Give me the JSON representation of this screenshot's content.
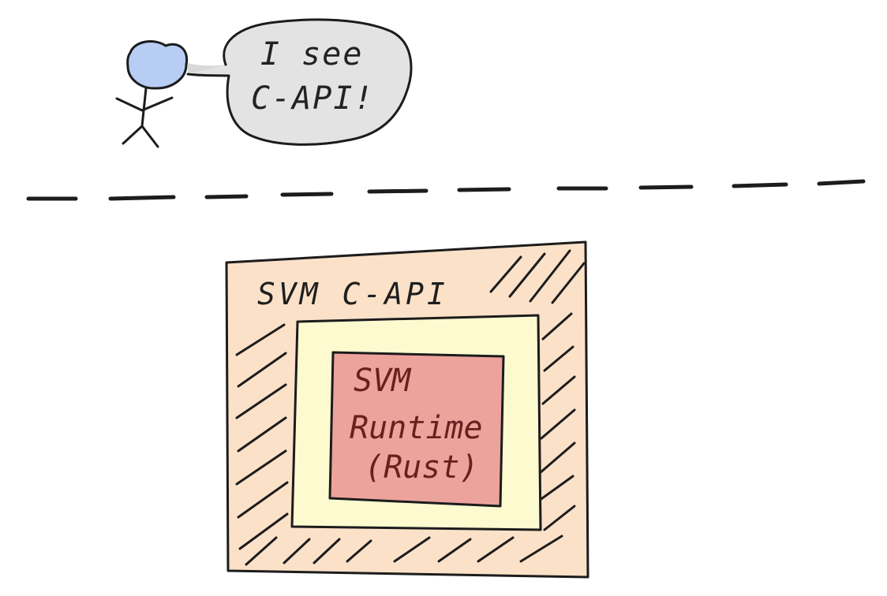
{
  "speech": {
    "line1": "I see",
    "line2": "C-API!"
  },
  "outer_box": {
    "label": "SVM C-API",
    "color": "#fbe1c8"
  },
  "middle_box": {
    "color": "#fdfad0"
  },
  "inner_box": {
    "line1": "SVM",
    "line2": "Runtime",
    "line3": "(Rust)",
    "color": "#eca39c"
  },
  "person": {
    "head_color": "#b7cdf3",
    "bubble_color": "#e3e3e3"
  },
  "icons": [
    "stick-figure-icon",
    "speech-bubble-icon",
    "dashed-divider"
  ]
}
